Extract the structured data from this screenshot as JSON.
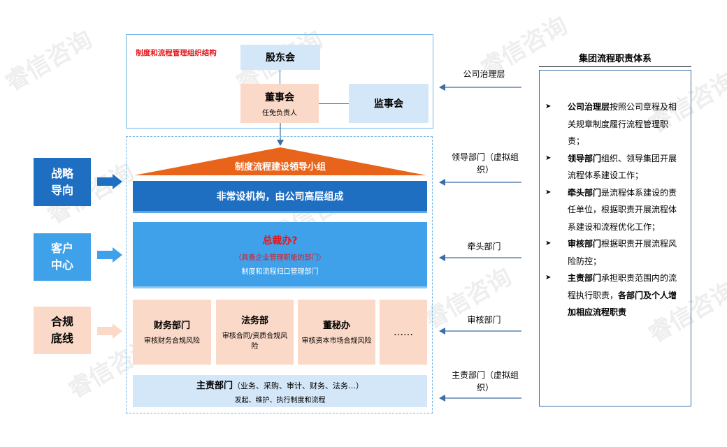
{
  "watermark": "睿信咨询",
  "top": {
    "title": "制度和流程管理组织结构",
    "shareholders": "股东会",
    "board": "董事会",
    "board_sub": "任免负责人",
    "supervisors": "监事会"
  },
  "leader": {
    "title": "制度流程建设领导小组",
    "bar": "非常设机构，由公司高层组成"
  },
  "gm": {
    "title": "总裁办?",
    "sub": "（具备企业管理职能的部门）",
    "desc": "制度和流程归口管理部门"
  },
  "departments": [
    {
      "name": "财务部门",
      "desc": "审核财务合规风险"
    },
    {
      "name": "法务部",
      "desc": "审核合同/资质合规风险"
    },
    {
      "name": "董秘办",
      "desc": "审核资本市场合规风险"
    },
    {
      "name": "……",
      "desc": ""
    }
  ],
  "owner": {
    "name": "主责部门",
    "scope": "（业务、采购、审计、财务、法务…）",
    "desc": "发起、维护、执行制度和流程"
  },
  "left_labels": [
    "战略导向",
    "客户中心",
    "合规底线"
  ],
  "right_labels": [
    "公司治理层",
    "领导部门（虚拟组织）",
    "牵头部门",
    "审核部门",
    "主责部门（虚拟组织）"
  ],
  "panel": {
    "title": "集团流程职责体系",
    "bullets": [
      {
        "bold": "公司治理层",
        "text": "按照公司章程及相关规章制度履行流程管理职责；"
      },
      {
        "bold": "领导部门",
        "text": "组织、领导集团开展流程体系建设工作；"
      },
      {
        "bold": "牵头部门",
        "text": "是流程体系建设的责任单位，根据职责开展流程体系建设和流程优化工作；"
      },
      {
        "bold": "审核部门",
        "text": "根据职责开展流程风险防控；"
      },
      {
        "bold": "主责部门",
        "text": "承担职责范围内的流程执行职责，",
        "bold2": "各部门及个人增加相应流程职责"
      }
    ]
  },
  "colors": {
    "dark_blue": "#1e6ec2",
    "mid_blue": "#3fa1ea",
    "light_blue": "#d4e7f8",
    "peach": "#fbd9c8",
    "orange": "#e8641b",
    "red": "#e3161b"
  }
}
